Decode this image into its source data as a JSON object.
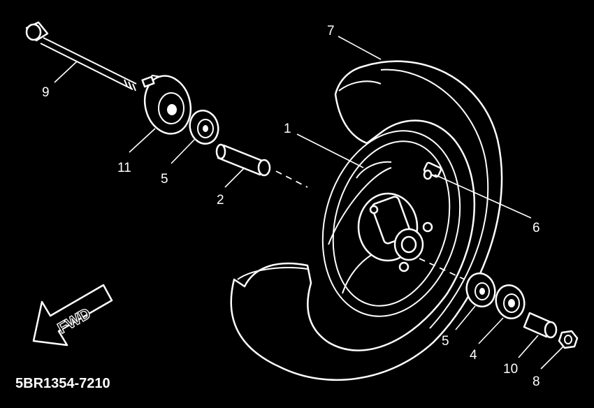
{
  "diagram": {
    "drawing_code": "5BR1354-7210",
    "direction_label": "FWD",
    "callouts": [
      {
        "key": "axle",
        "label": "9"
      },
      {
        "key": "hub_left",
        "label": "11"
      },
      {
        "key": "bearing_left",
        "label": "5"
      },
      {
        "key": "spacer",
        "label": "2"
      },
      {
        "key": "wheel",
        "label": "1"
      },
      {
        "key": "tire",
        "label": "7"
      },
      {
        "key": "bolt",
        "label": "6"
      },
      {
        "key": "bearing_right",
        "label": "5"
      },
      {
        "key": "oil_seal",
        "label": "4"
      },
      {
        "key": "collar",
        "label": "10"
      },
      {
        "key": "nut",
        "label": "8"
      }
    ]
  }
}
